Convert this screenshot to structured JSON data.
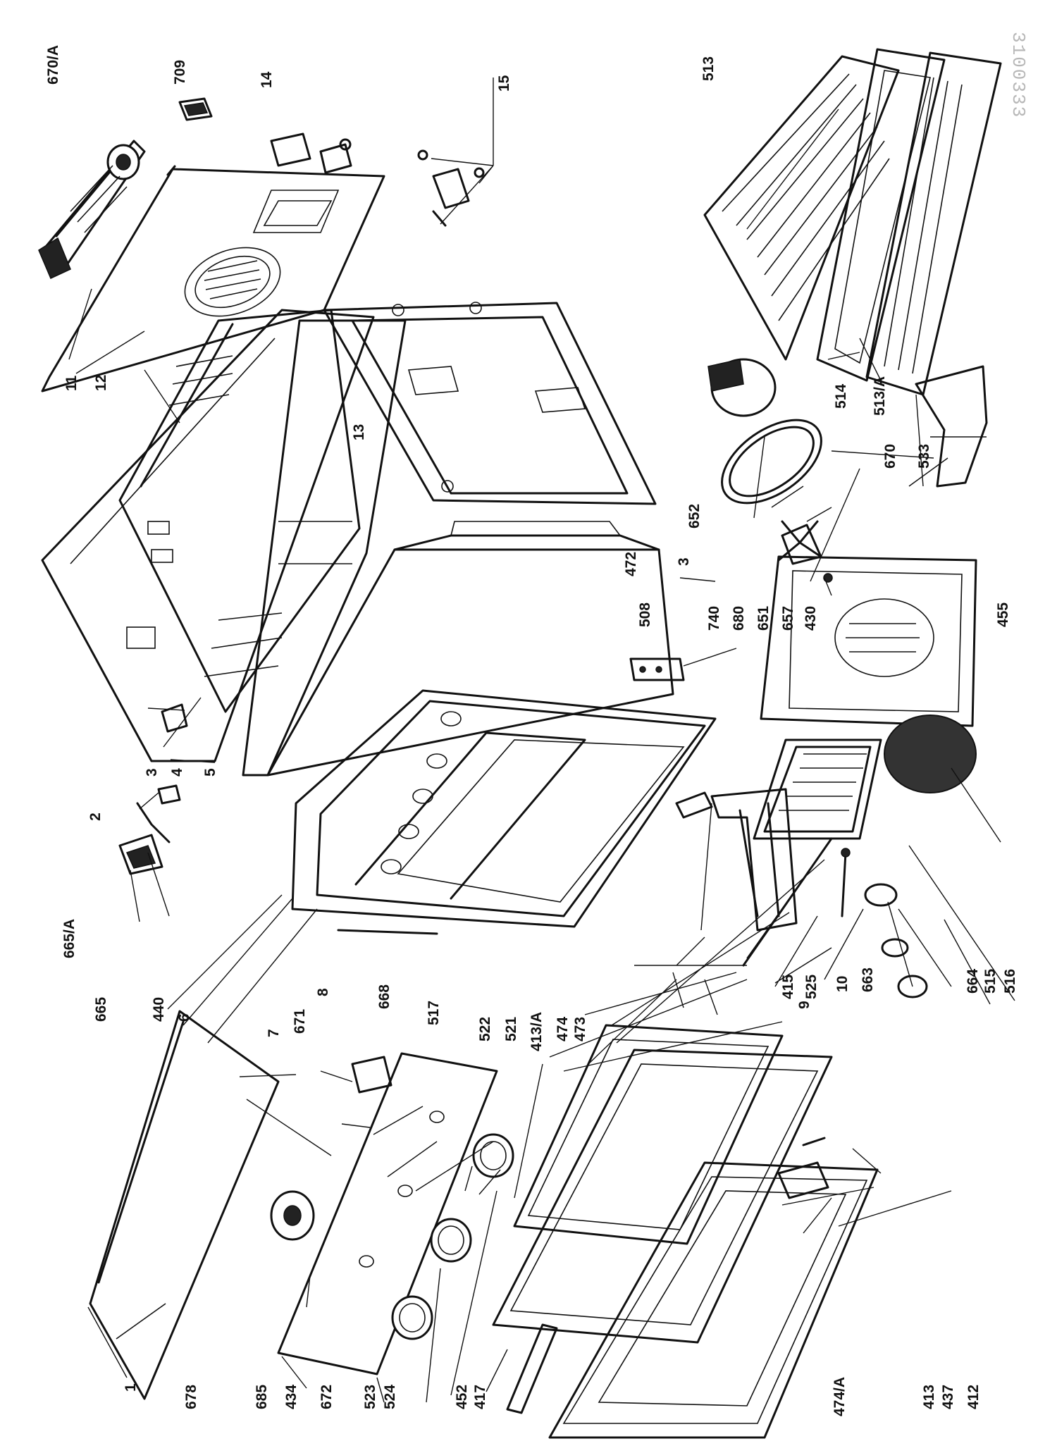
{
  "diagram": {
    "reference_code": "3100333",
    "labels": [
      "670/A",
      "709",
      "14",
      "15",
      "513",
      "514",
      "513/A",
      "533",
      "670",
      "652",
      "680",
      "651",
      "657",
      "430",
      "740",
      "455",
      "11",
      "12",
      "13",
      "3",
      "472",
      "508",
      "3",
      "4",
      "5",
      "2",
      "665/A",
      "665",
      "440",
      "6",
      "7",
      "8",
      "671",
      "668",
      "517",
      "522",
      "521",
      "413/A",
      "474",
      "473",
      "415",
      "525",
      "9",
      "10",
      "663",
      "664",
      "515",
      "516",
      "1",
      "678",
      "685",
      "434",
      "672",
      "523",
      "524",
      "452",
      "417",
      "413",
      "437",
      "412",
      "474/A"
    ]
  }
}
